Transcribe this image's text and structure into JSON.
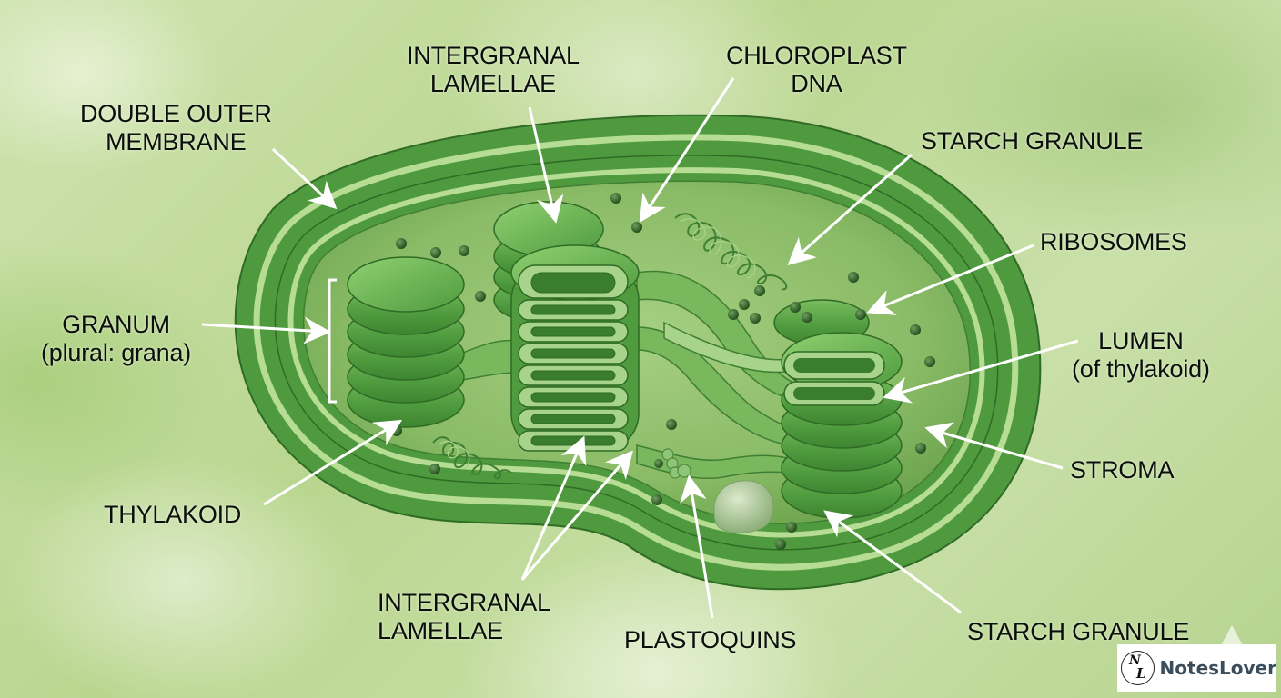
{
  "diagram": {
    "subject": "Chloroplast structure",
    "colors": {
      "background": "#bcd89a",
      "outer_membrane": "#4f9a3e",
      "membrane_light": "#b7dc93",
      "stroma": "#8fbf6c",
      "granum": "#5aa548",
      "granum_dark": "#2f6b25",
      "ribosome": "#2e5e2a",
      "starch": "#a9c493",
      "label_text": "#0b0f0b",
      "arrow": "#ffffff"
    },
    "labels": {
      "double_outer_membrane": {
        "line1": "DOUBLE OUTER",
        "line2": "MEMBRANE"
      },
      "intergranal_lamellae_top": {
        "line1": "INTERGRANAL",
        "line2": "LAMELLAE"
      },
      "chloroplast_dna": {
        "line1": "CHLOROPLAST",
        "line2": "DNA"
      },
      "starch_granule_top": {
        "line1": "STARCH GRANULE"
      },
      "ribosomes": {
        "line1": "RIBOSOMES"
      },
      "granum": {
        "line1": "GRANUM",
        "line2": "(plural: grana)"
      },
      "lumen": {
        "line1": "LUMEN",
        "line2": "(of thylakoid)"
      },
      "stroma": {
        "line1": "STROMA"
      },
      "thylakoid": {
        "line1": "THYLAKOID"
      },
      "intergranal_lamellae_bottom": {
        "line1": "INTERGRANAL",
        "line2": "LAMELLAE"
      },
      "plastoquins": {
        "line1": "PLASTOQUINS"
      },
      "starch_granule_bottom": {
        "line1": "STARCH GRANULE"
      }
    }
  },
  "watermark": {
    "logo_letters": {
      "first": "N",
      "second": "L"
    },
    "brand": "NotesLover"
  }
}
